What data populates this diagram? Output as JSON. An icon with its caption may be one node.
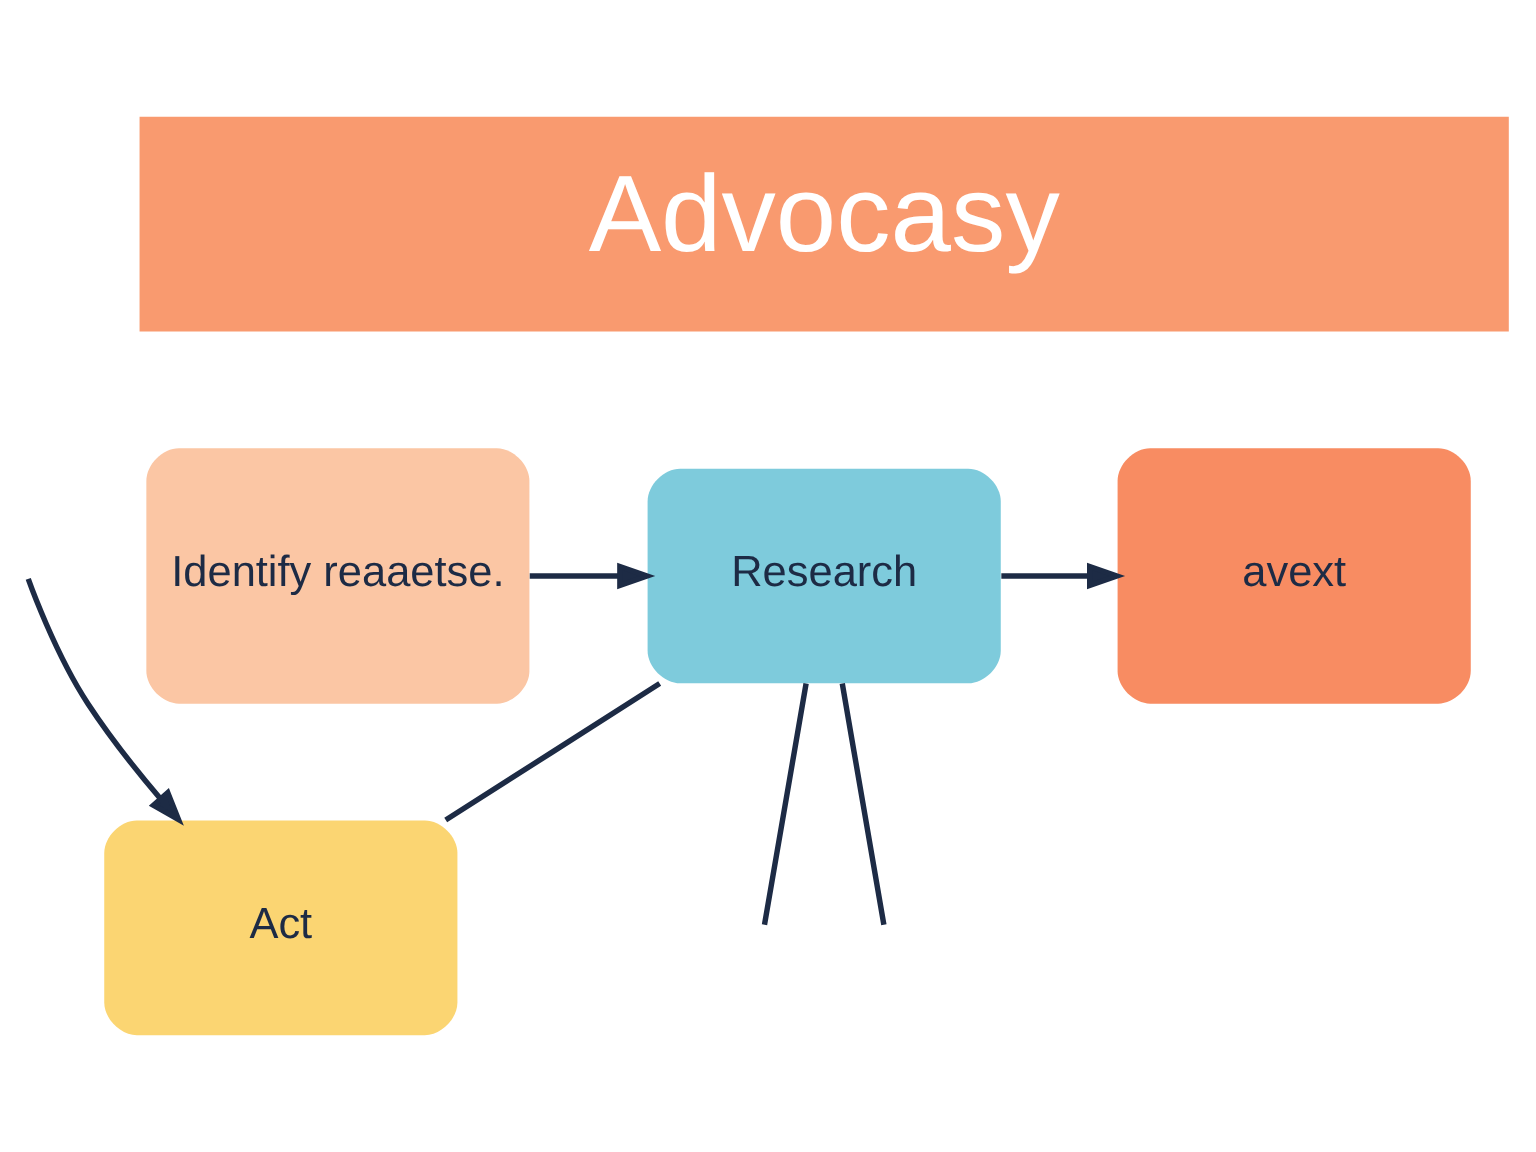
{
  "diagram": {
    "nodes": [
      {
        "text": [
          "Advocasy"
        ]
      },
      {
        "text": [
          "Identify reaaetse."
        ]
      },
      {
        "text": [
          "Research"
        ]
      },
      {
        "text": [
          "avext"
        ]
      },
      {
        "text": [
          "Act"
        ]
      }
    ],
    "edges": [
      {
        "from": 1,
        "to": 2,
        "arrow": "to"
      },
      {
        "from": 2,
        "to": 3,
        "arrow": "to"
      },
      {
        "from": 2,
        "to": null,
        "arrow": "none"
      },
      {
        "from": 2,
        "to": null,
        "arrow": "none"
      },
      {
        "from": 2,
        "to": 4,
        "arrow": "none"
      },
      {
        "from": null,
        "to": 4,
        "arrow": "to"
      }
    ]
  }
}
